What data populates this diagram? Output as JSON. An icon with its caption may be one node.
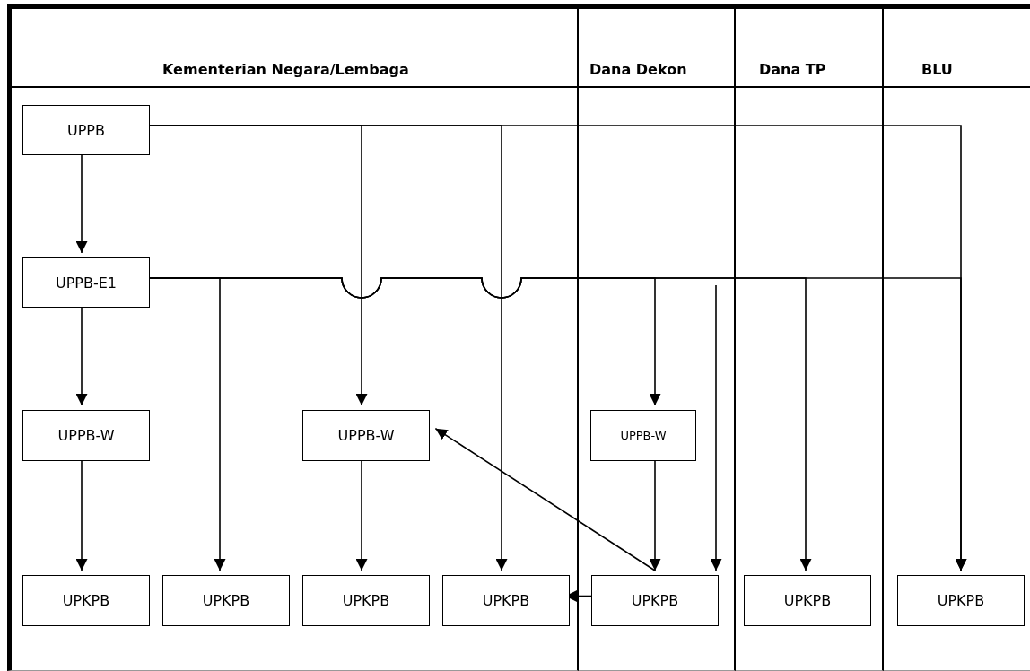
{
  "diagram": {
    "nodes": [
      {
        "text": [
          "Kementerian Negara/Lembaga"
        ]
      },
      {
        "text": [
          "Dana Dekon"
        ]
      },
      {
        "text": [
          "Dana TP"
        ]
      },
      {
        "text": [
          "BLU"
        ]
      },
      {
        "text": [
          "UPPB"
        ],
        "in": 0
      },
      {
        "text": [
          "UPPB-E1"
        ],
        "in": 0
      },
      {
        "text": [
          "UPPB-W"
        ],
        "in": 0
      },
      {
        "text": [
          "UPPB-W"
        ],
        "in": 0
      },
      {
        "text": [
          "UPPB-W"
        ],
        "in": 1
      },
      {
        "text": [
          "UPKPB"
        ],
        "in": 0
      },
      {
        "text": [
          "UPKPB"
        ],
        "in": 0
      },
      {
        "text": [
          "UPKPB"
        ],
        "in": 0
      },
      {
        "text": [
          "UPKPB"
        ],
        "in": 0
      },
      {
        "text": [
          "UPKPB"
        ],
        "in": 1
      },
      {
        "text": [
          "UPKPB"
        ],
        "in": 2
      },
      {
        "text": [
          "UPKPB"
        ],
        "in": 3
      }
    ],
    "edges": [
      {
        "from": 4,
        "to": 5,
        "arrow": "to"
      },
      {
        "from": 4,
        "to": 7,
        "arrow": "to"
      },
      {
        "from": 4,
        "to": 12,
        "arrow": "to"
      },
      {
        "from": 4,
        "to": 15,
        "arrow": "to"
      },
      {
        "from": 5,
        "to": 6,
        "arrow": "to"
      },
      {
        "from": 5,
        "to": 10,
        "arrow": "to"
      },
      {
        "from": 5,
        "to": 8,
        "arrow": "to"
      },
      {
        "from": 5,
        "to": 14,
        "arrow": "to"
      },
      {
        "from": 5,
        "to": 15,
        "arrow": "to"
      },
      {
        "from": 6,
        "to": 9,
        "arrow": "to"
      },
      {
        "from": 7,
        "to": 11,
        "arrow": "to"
      },
      {
        "from": 8,
        "to": 13,
        "arrow": "to"
      },
      {
        "from": 13,
        "to": 7,
        "arrow": "to"
      },
      {
        "from": 13,
        "to": 12,
        "arrow": "to"
      },
      {
        "from": null,
        "to": 13,
        "arrow": "to"
      }
    ]
  }
}
